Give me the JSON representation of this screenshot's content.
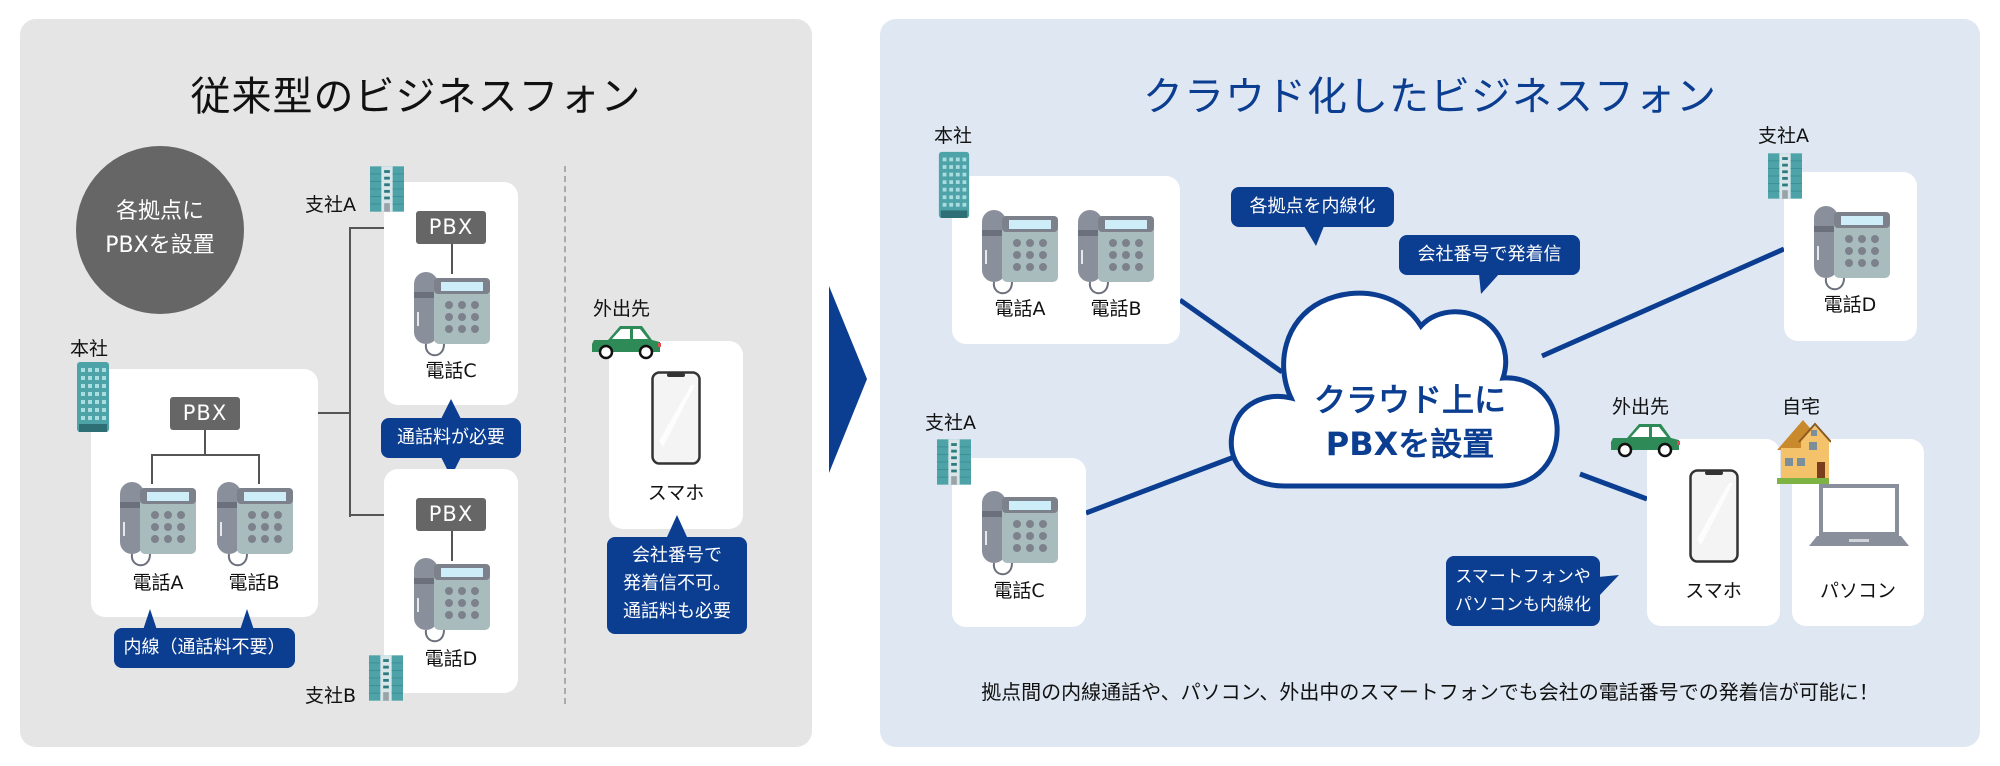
{
  "left": {
    "title": "従来型のビジネスフォン",
    "circle": {
      "line1": "各拠点に",
      "line2": "PBXを設置"
    },
    "honsha": {
      "label": "本社",
      "pbx": "PBX",
      "phones": [
        "電話A",
        "電話B"
      ],
      "bubble": "内線（通話料不要）"
    },
    "branch_a": {
      "label": "支社A",
      "pbx": "PBX",
      "phone": "電話C"
    },
    "branch_b": {
      "label": "支社B",
      "pbx": "PBX",
      "phone": "電話D"
    },
    "between_bubble": "通話料が必要",
    "outside": {
      "label": "外出先",
      "device": "スマホ",
      "bubble": [
        "会社番号で",
        "発着信不可。",
        "通話料も必要"
      ]
    }
  },
  "right": {
    "title": "クラウド化したビジネスフォン",
    "cloud": {
      "line1": "クラウド上に",
      "line2": "PBXを設置"
    },
    "honsha": {
      "label": "本社",
      "phones": [
        "電話A",
        "電話B"
      ]
    },
    "branch_top": {
      "label": "支社A",
      "phone": "電話D"
    },
    "branch_left": {
      "label": "支社A",
      "phone": "電話C"
    },
    "outside": {
      "label": "外出先",
      "device": "スマホ"
    },
    "home": {
      "label": "自宅",
      "device": "パソコン"
    },
    "bubbles": {
      "extension": "各拠点を内線化",
      "company_number": "会社番号で発着信",
      "devices": [
        "スマートフォンや",
        "パソコンも内線化"
      ]
    },
    "footer": "拠点間の内線通話や、パソコン、外出中のスマートフォンでも会社の電話番号での発着信が可能に！"
  },
  "colors": {
    "accent": "#0b3d91",
    "left_bg": "#e5e5e5",
    "right_bg": "#dfe8f2",
    "pbx": "#666666"
  }
}
